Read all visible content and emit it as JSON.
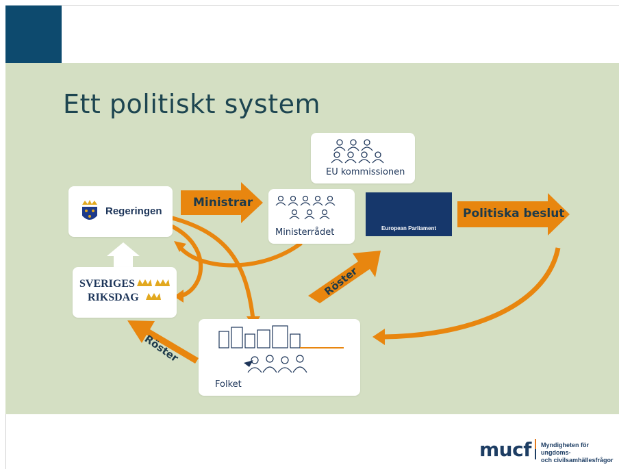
{
  "slide": {
    "title": "Ett politiskt system"
  },
  "nodes": {
    "regeringen": "Regeringen",
    "riksdag_line1": "SVERIGES",
    "riksdag_line2": "RIKSDAG",
    "eu_kommissionen": "EU kommissionen",
    "ministerradet": "Ministerrådet",
    "european_parliament": "European Parliament",
    "folket": "Folket"
  },
  "arrows": {
    "ministrar": "Ministrar",
    "politiska_beslut": "Politiska beslut",
    "roster_left": "Röster",
    "roster_right": "Röster"
  },
  "footer": {
    "logo": "mucf",
    "tagline_line1": "Myndigheten för ungdoms-",
    "tagline_line2": "och civilsamhällesfrågor"
  },
  "colors": {
    "corner": "#0d4a6e",
    "background": "#d4dfc3",
    "arrow": "#e8860f",
    "text": "#1d3559",
    "ep": "#16376b",
    "crown": "#e2a81e"
  }
}
